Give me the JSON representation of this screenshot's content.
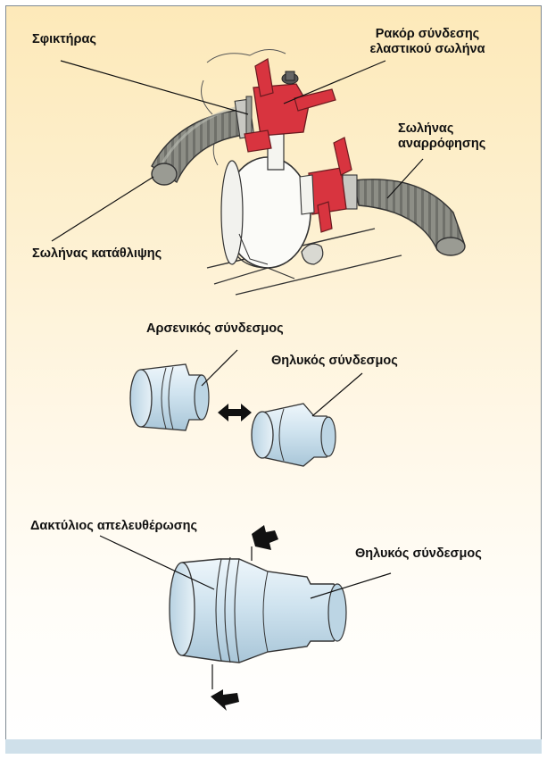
{
  "labels": {
    "clamp": "Σφικτήρας",
    "hose_fitting_line1": "Ρακόρ σύνδεσης",
    "hose_fitting_line2": "ελαστικού σωλήνα",
    "suction_hose_line1": "Σωλήνας",
    "suction_hose_line2": "αναρρόφησης",
    "discharge_hose": "Σωλήνας κατάθλιψης",
    "male_coupling": "Αρσενικός σύνδεσμος",
    "female_coupling_top": "Θηλυκός σύνδεσμος",
    "release_ring": "Δακτύλιος απελευθέρωσης",
    "female_coupling_bottom": "Θηλυκός σύνδεσμος"
  },
  "colors": {
    "fitting_red": "#d8343f",
    "hose_gray": "#8f9088",
    "coupling_blue": "#cfe3ef",
    "frame_border": "#7f8a93"
  }
}
